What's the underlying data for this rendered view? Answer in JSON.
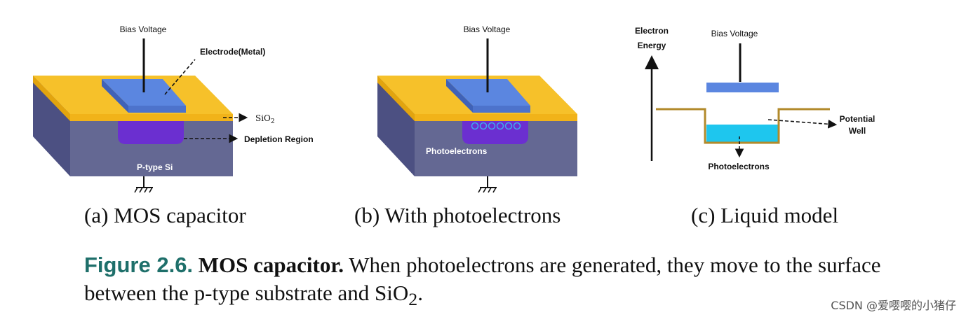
{
  "colors": {
    "oxide": "#f6c12a",
    "substrate_front": "#646893",
    "substrate_side": "#4c5082",
    "electrode_top": "#5b86e0",
    "electrode_side": "#3f62b8",
    "depletion": "#6b2fd0",
    "potential_line": "#b28a2b",
    "liquid": "#1ec6ee",
    "fig_number": "#1e6f6a"
  },
  "panel_a": {
    "bias_label": "Bias Voltage",
    "electrode_label": "Electrode(Metal)",
    "oxide_label": "SiO",
    "oxide_sub": "2",
    "depletion_label": "Depletion Region",
    "substrate_label": "P-type Si",
    "caption": "(a) MOS capacitor"
  },
  "panel_b": {
    "bias_label": "Bias Voltage",
    "photo_label": "Photoelectrons",
    "caption": "(b) With photoelectrons"
  },
  "panel_c": {
    "axis_label_line1": "Electron",
    "axis_label_line2": "Energy",
    "bias_label": "Bias Voltage",
    "well_label_line1": "Potential",
    "well_label_line2": "Well",
    "photo_label": "Photoelectrons",
    "caption": "(c) Liquid model"
  },
  "figure": {
    "number": "Figure 2.6.",
    "title": "MOS capacitor.",
    "text_part1": "When photoelectrons are generated, they move to the surface between the p-type substrate and SiO",
    "text_sub": "2",
    "text_end": "."
  },
  "watermark": "CSDN @爱嘤嘤的小猪仔"
}
